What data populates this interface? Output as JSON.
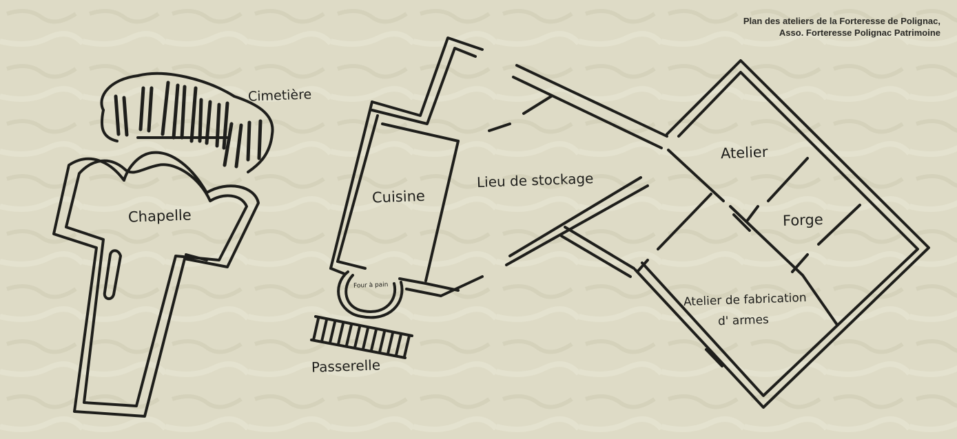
{
  "credit": {
    "line1": "Plan des ateliers de la Forteresse de Polignac,",
    "line2": "Asso. Forteresse Polignac Patrimoine"
  },
  "labels": {
    "cimetiere": "Cimetière",
    "chapelle": "Chapelle",
    "cuisine": "Cuisine",
    "four": "Four à pain",
    "passerelle": "Passerelle",
    "stockage": "Lieu de stockage",
    "atelier": "Atelier",
    "forge": "Forge",
    "armes_line1": "Atelier de fabrication",
    "armes_line2": "d' armes"
  },
  "colors": {
    "background": "#dedbc6",
    "ink": "#1e1e1b"
  }
}
